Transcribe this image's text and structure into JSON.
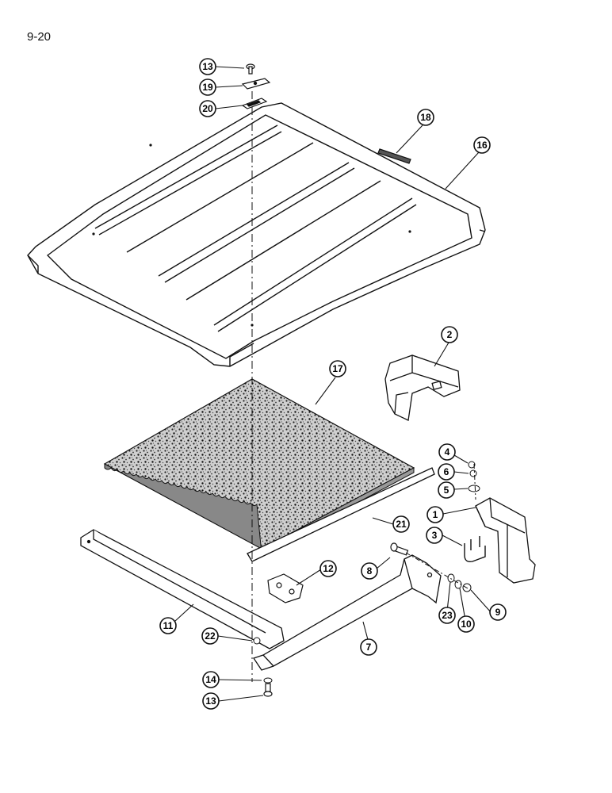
{
  "page_number": "9-20",
  "callouts": {
    "c13_top": "13",
    "c19": "19",
    "c20": "20",
    "c18": "18",
    "c16": "16",
    "c17": "17",
    "c2": "2",
    "c4": "4",
    "c6": "6",
    "c5": "5",
    "c1": "1",
    "c3": "3",
    "c21": "21",
    "c8": "8",
    "c12": "12",
    "c11": "11",
    "c22": "22",
    "c7": "7",
    "c23": "23",
    "c10": "10",
    "c9": "9",
    "c14": "14",
    "c13_bottom": "13"
  },
  "colors": {
    "line": "#111111",
    "paper": "#ffffff"
  }
}
